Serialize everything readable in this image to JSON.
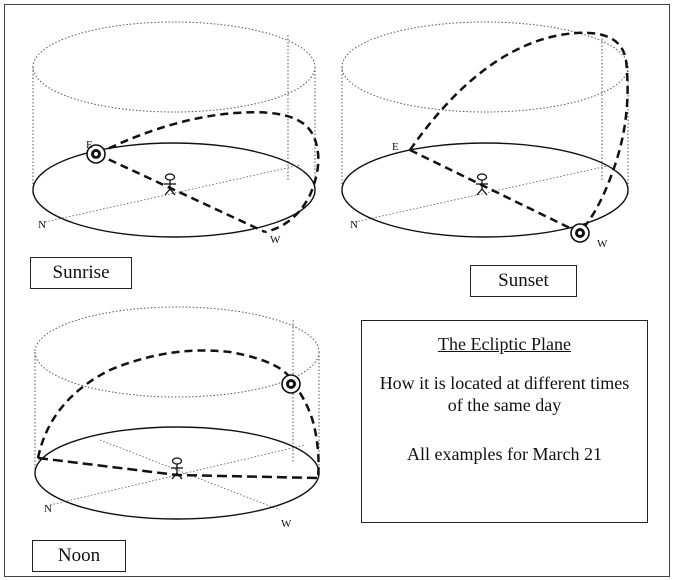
{
  "panels": {
    "sunrise": {
      "label": "Sunrise",
      "east": "E",
      "north": "N",
      "west": "W"
    },
    "sunset": {
      "label": "Sunset",
      "east": "E",
      "north": "N",
      "west": "W"
    },
    "noon": {
      "label": "Noon",
      "north": "N",
      "west": "W"
    }
  },
  "info": {
    "title": "The Ecliptic Plane",
    "description": "How it is located at different times of the same day",
    "date_note": "All examples for March 21"
  }
}
